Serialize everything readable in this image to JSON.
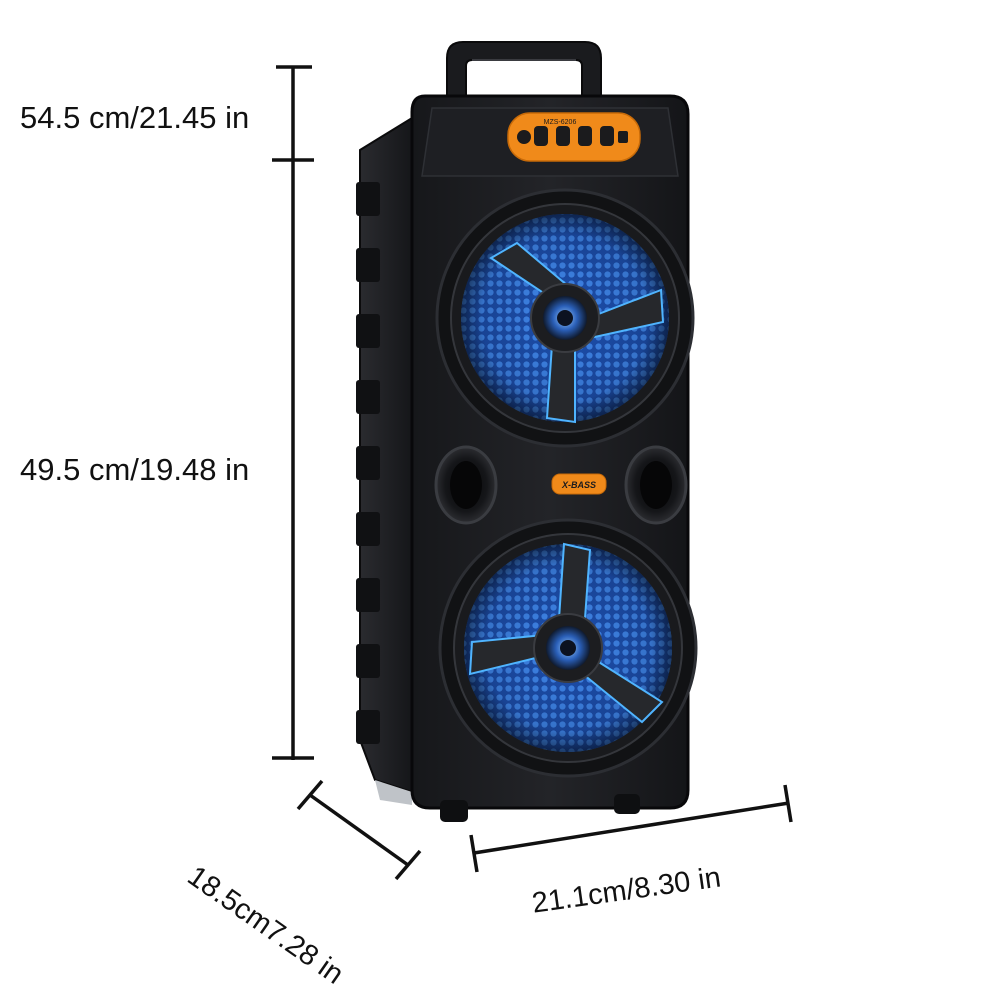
{
  "dimensions": {
    "total_height": "54.5 cm/21.45 in",
    "body_height": "49.5 cm/19.48 in",
    "depth": "18.5cm7.28 in",
    "width": "21.1cm/8.30 in"
  },
  "speaker": {
    "model": "MZS-6206",
    "badge": "X-BASS",
    "colors": {
      "body": "#1c1d20",
      "trim": "#2b2d31",
      "accent": "#f08a1a",
      "grille": "#2f6fd6",
      "glow": "#4fb4ff"
    }
  }
}
